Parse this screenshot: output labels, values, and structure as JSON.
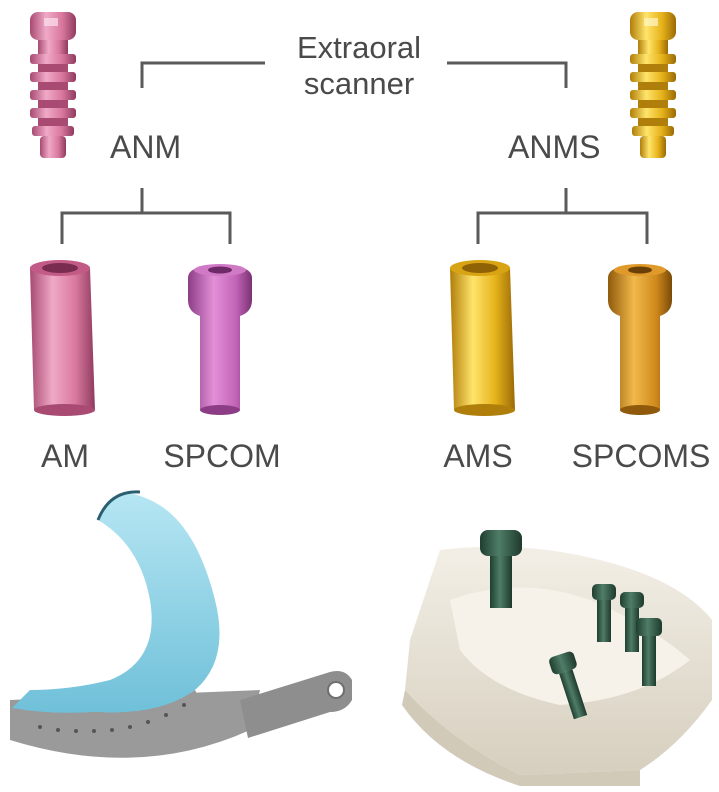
{
  "diagram": {
    "top_label_line1": "Extraoral",
    "top_label_line2": "scanner",
    "left_parent": "ANM",
    "right_parent": "ANMS",
    "children": {
      "am": "AM",
      "spcom": "SPCOM",
      "ams": "AMS",
      "spcoms": "SPCOMS"
    }
  },
  "colors": {
    "connector": "#5a5a5a",
    "text": "#4a4a4a",
    "pink": "#d9789e",
    "pink_dark": "#a84a72",
    "magenta": "#c264b6",
    "gold": "#e6b21a",
    "gold_dark": "#b07e0a",
    "orange_gold": "#d08a1c",
    "tray_blue": "#8fd3e6",
    "tray_metal": "#9a9a9a",
    "model_stone": "#e9e4d8",
    "analog_green": "#2f5a46"
  }
}
